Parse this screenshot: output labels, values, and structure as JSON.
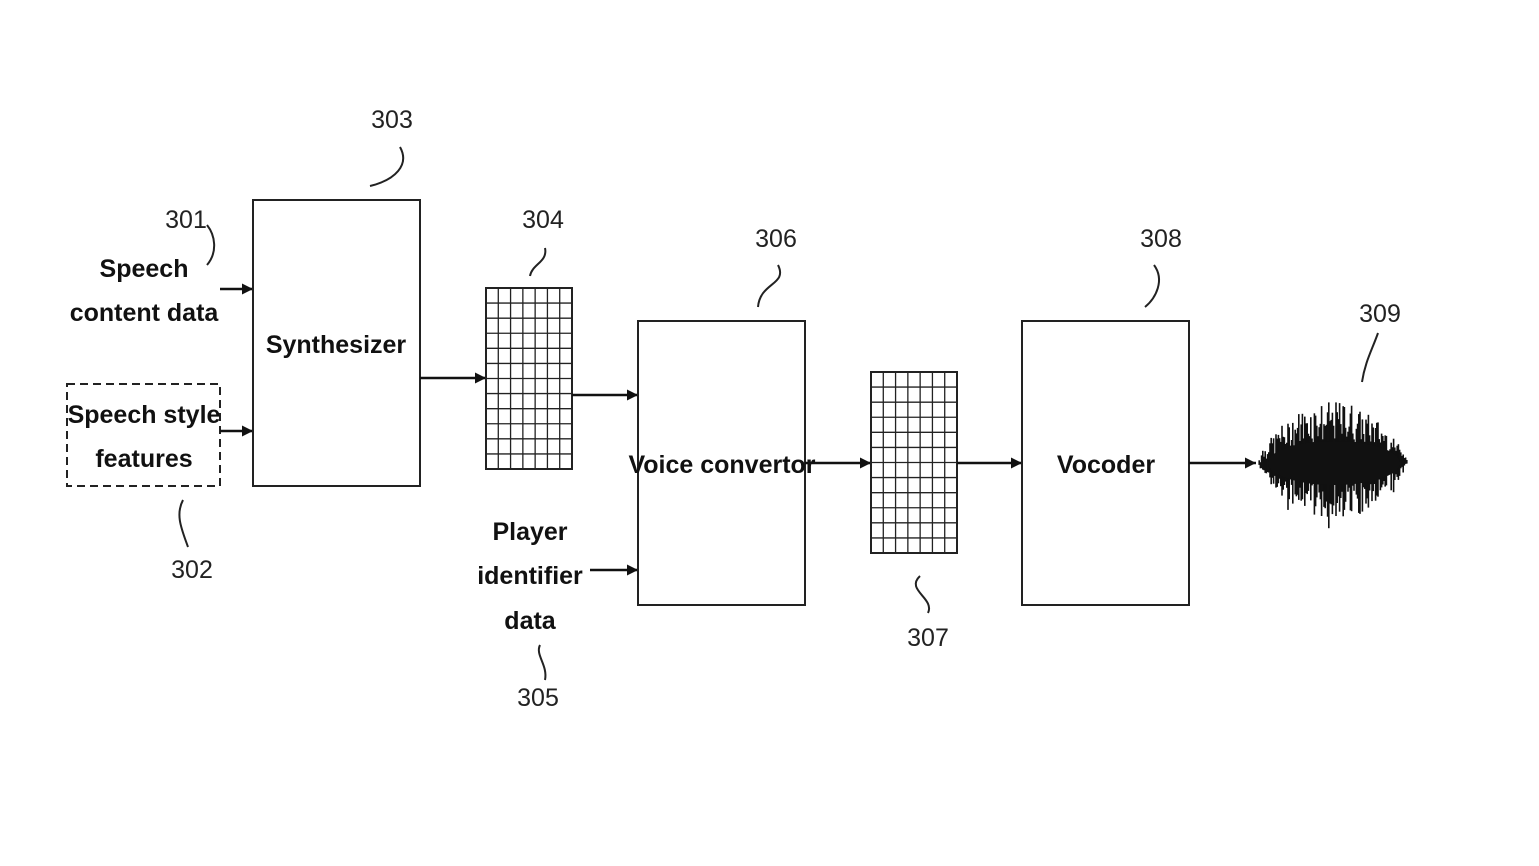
{
  "inputs": {
    "speech_content": {
      "line1": "Speech",
      "line2": "content data",
      "ref": "301"
    },
    "speech_style": {
      "line1": "Speech style",
      "line2": "features",
      "ref": "302"
    },
    "player_identifier": {
      "line1": "Player",
      "line2": "identifier",
      "line3": "data",
      "ref": "305"
    }
  },
  "blocks": {
    "synthesizer": {
      "label": "Synthesizer",
      "ref": "303"
    },
    "voice_convertor": {
      "label": "Voice convertor",
      "ref": "306"
    },
    "vocoder": {
      "label": "Vocoder",
      "ref": "308"
    }
  },
  "grids": {
    "first": {
      "ref": "304"
    },
    "second": {
      "ref": "307"
    }
  },
  "waveform": {
    "ref": "309"
  }
}
